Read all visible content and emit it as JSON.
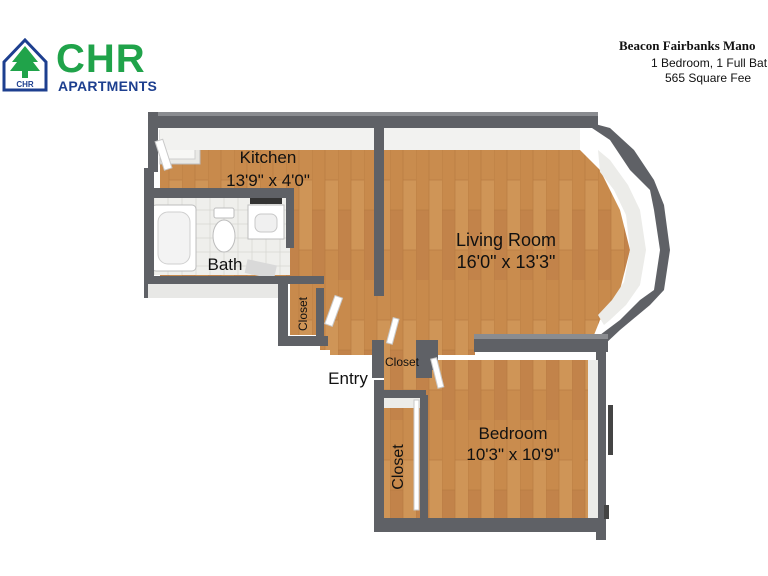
{
  "brand": {
    "name": "CHR",
    "tagline": "APARTMENTS",
    "mark_text": "CHR",
    "colors": {
      "green": "#20a34a",
      "blue": "#1d3f8f"
    }
  },
  "unit": {
    "property": "Beacon Fairbanks Mano",
    "layout": "1 Bedroom, 1 Full Bat",
    "area": "565 Square Fee"
  },
  "rooms": {
    "kitchen": {
      "name": "Kitchen",
      "size": "13'9\" x 4'0\""
    },
    "living": {
      "name": "Living Room",
      "size": "16'0\" x 13'3\""
    },
    "bath": {
      "name": "Bath"
    },
    "closet_kitchen": {
      "name": "Closet"
    },
    "closet_entry": {
      "name": "Closet"
    },
    "closet_bedroom": {
      "name": "Closet"
    },
    "entry": {
      "name": "Entry"
    },
    "bedroom": {
      "name": "Bedroom",
      "size": "10'3\" x 10'9\""
    }
  },
  "colors": {
    "floor": "#c98c4e",
    "floor_dark": "#b8783c",
    "wall": "#5f6166",
    "wall_top": "#8a8c90",
    "tile": "#e9e9e6"
  }
}
